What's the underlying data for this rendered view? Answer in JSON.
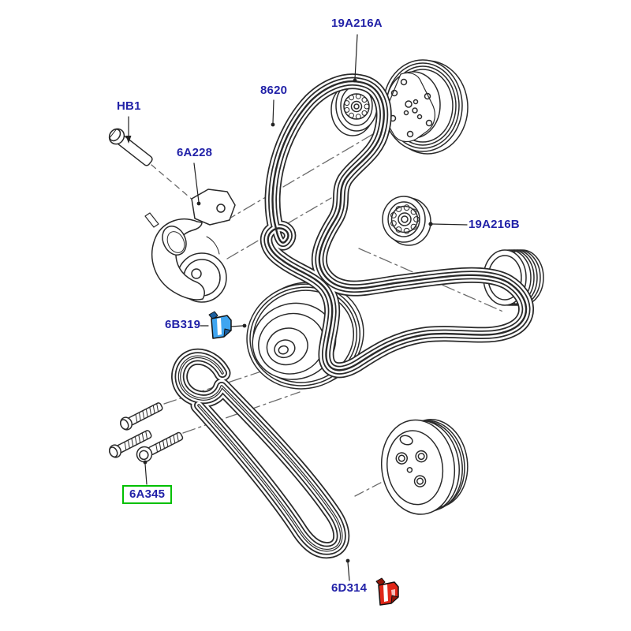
{
  "diagram": {
    "type": "exploded-parts-diagram",
    "subject": "engine accessory drive belt system",
    "background_color": "#ffffff",
    "line_color": "#2a2a2a",
    "label_color": "#2222A8",
    "highlight_box_border_color": "#00C000",
    "callout_blue_color": "#3FA5F0",
    "callout_red_color": "#E02718"
  },
  "labels": {
    "idler_pulley_upper": "19A216A",
    "drive_belt_upper": "8620",
    "tensioner_bolt": "HB1",
    "belt_tensioner": "6A228",
    "idler_pulley_lower": "19A216B",
    "crankshaft_pulley_clip": "6B319",
    "crankshaft_pulley_bolts": "6A345",
    "drive_belt_lower": "6D314"
  },
  "icons": {
    "blue_callout": "fitting-callout-blue",
    "red_callout": "fitting-callout-red"
  }
}
